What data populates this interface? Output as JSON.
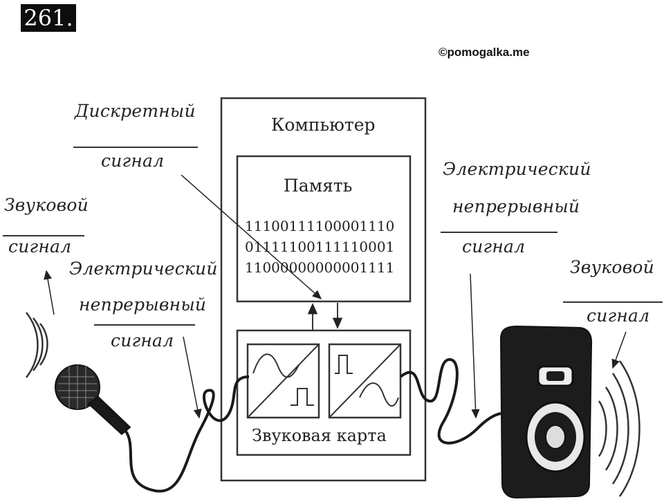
{
  "problem_number": "261.",
  "copyright": "©pomogalka.me",
  "labels": {
    "discrete_line1": "Дискретный",
    "discrete_line2": "сигнал",
    "sound_left_line1": "Звуковой",
    "sound_left_line2": "сигнал",
    "electric_left_line1": "Электрический",
    "electric_left_line2": "непрерывный",
    "electric_left_line3": "сигнал",
    "electric_right_line1": "Электрический",
    "electric_right_line2": "непрерывный",
    "electric_right_line3": "сигнал",
    "sound_right_line1": "Звуковой",
    "sound_right_line2": "сигнал"
  },
  "computer": {
    "title": "Компьютер",
    "memory_title": "Память",
    "bits": [
      "11100111100001110",
      "01111100111110001",
      "11000000000001111"
    ],
    "sound_card": "Звуковая карта"
  },
  "icons": {
    "microphone": "microphone-icon",
    "speaker": "speaker-icon",
    "sound_waves": "sound-waves-icon"
  }
}
